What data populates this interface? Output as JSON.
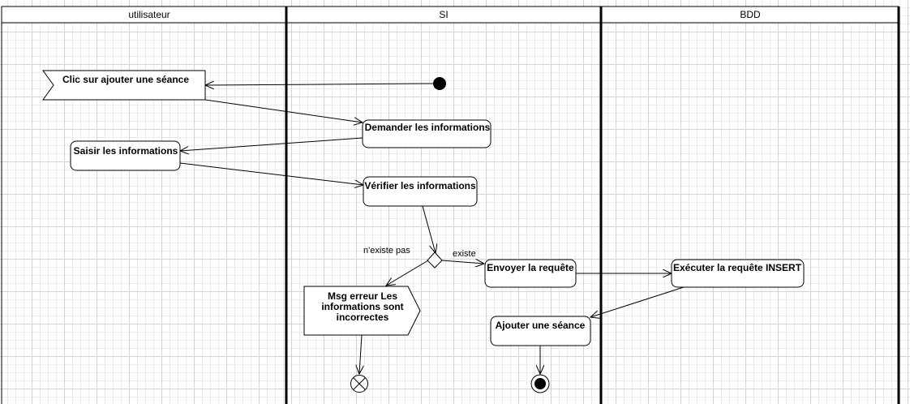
{
  "lanes": {
    "user": "utilisateur",
    "system": "SI",
    "database": "BDD"
  },
  "nodes": {
    "click_add_session": "Clic sur ajouter une séance",
    "request_info": "Demander les informations",
    "enter_info": "Saisir les informations",
    "verify_info": "Vérifier les informations",
    "send_request": "Envoyer la requête",
    "execute_insert": "Exécuter la requête INSERT",
    "error_msg": [
      "Msg erreur Les",
      "informations sont",
      "incorrectes"
    ],
    "add_session": "Ajouter une séance"
  },
  "guards": {
    "not_exists": "n'existe pas",
    "exists": "existe"
  }
}
